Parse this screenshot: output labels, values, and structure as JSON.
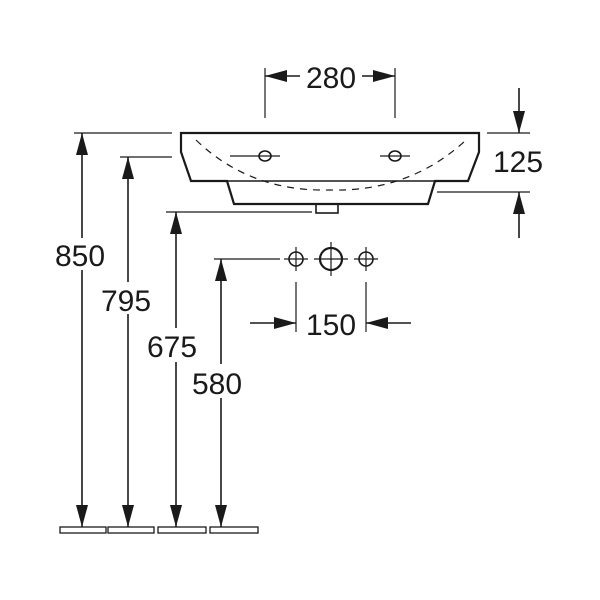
{
  "dimensions": {
    "width_280": "280",
    "depth_125": "125",
    "height_850": "850",
    "height_795": "795",
    "height_675": "675",
    "height_580": "580",
    "spacing_150": "150"
  },
  "colors": {
    "line": "#1a1a1a",
    "background": "#ffffff"
  }
}
